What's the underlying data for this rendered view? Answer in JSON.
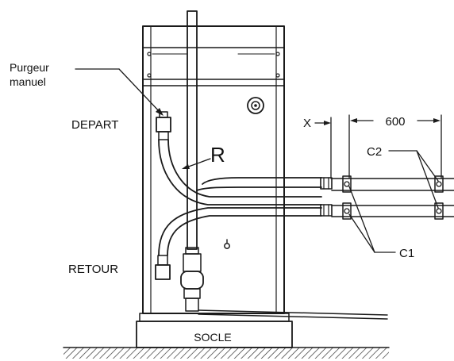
{
  "labels": {
    "purgeur_line1": "Purgeur",
    "purgeur_line2": "manuel",
    "depart": "DEPART",
    "retour": "RETOUR",
    "r": "R",
    "x": "X",
    "dim_600": "600",
    "c1": "C1",
    "c2": "C2",
    "socle": "SOCLE"
  },
  "colors": {
    "line": "#1a1a1a",
    "background": "#ffffff"
  }
}
